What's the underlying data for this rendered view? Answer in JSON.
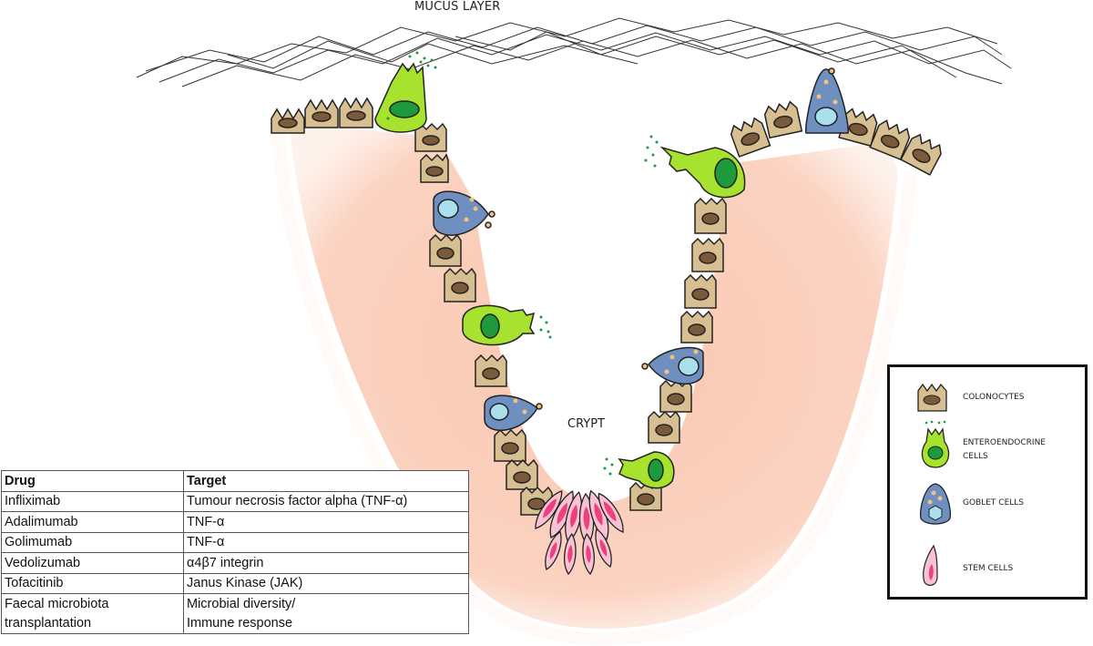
{
  "diagram": {
    "mucus_label": "MUCUS LAYER",
    "crypt_label": "CRYPT"
  },
  "legend": {
    "items": [
      {
        "label": "COLONOCYTES",
        "icon": "colonocyte-icon"
      },
      {
        "label": "ENTEROENDOCRINE CELLS",
        "icon": "enteroendocrine-icon"
      },
      {
        "label": "GOBLET CELLS",
        "icon": "goblet-cell-icon"
      },
      {
        "label": "STEM CELLS",
        "icon": "stem-cell-icon"
      }
    ]
  },
  "table": {
    "headers": [
      "Drug",
      "Target"
    ],
    "rows": [
      [
        "Infliximab",
        "Tumour necrosis factor alpha (TNF-α)"
      ],
      [
        "Adalimumab",
        "TNF-α"
      ],
      [
        "Golimumab",
        "TNF-α"
      ],
      [
        "Vedolizumab",
        "α4β7 integrin"
      ],
      [
        "Tofacitinib",
        "Janus Kinase (JAK)"
      ],
      [
        "Faecal microbiota",
        "Microbial diversity/"
      ],
      [
        "transplantation",
        "Immune response"
      ]
    ]
  },
  "colors": {
    "tissue": "#f9cdb8",
    "colonocyte": "#d8bf92",
    "colonocyte_nucleus": "#7a5a3a",
    "enteroendocrine": "#a6e22e",
    "enteroendocrine_nucleus": "#1e9a3c",
    "goblet": "#6f8fc0",
    "goblet_nucleus": "#a9e0ec",
    "granule": "#f5c07a",
    "stem_outer": "#f7c3d2",
    "stem_inner": "#ee3f7f"
  }
}
